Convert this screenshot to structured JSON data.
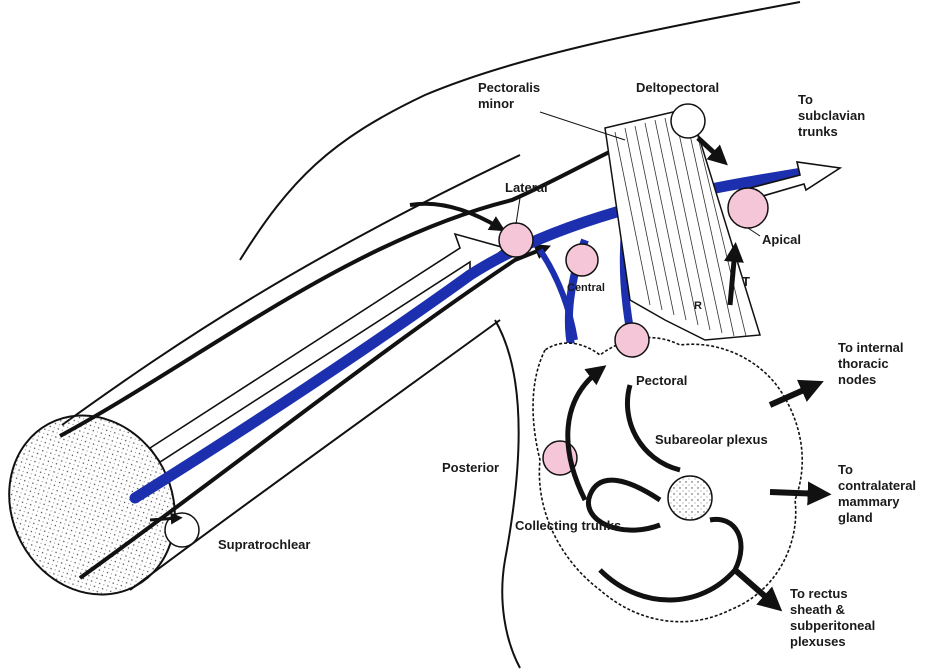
{
  "colors": {
    "vessel": "#1c2fae",
    "node_fill": "#f4c6d8",
    "ink": "#111111",
    "background": "#ffffff"
  },
  "labels": {
    "pectoralis_minor": "Pectoralis\nminor",
    "deltopectoral": "Deltopectoral",
    "to_subclavian": "To\nsubclavian\ntrunks",
    "lateral": "Lateral",
    "central": "Central",
    "apical": "Apical",
    "t_marker": "T",
    "r_marker": "R",
    "pectoral": "Pectoral",
    "to_internal_thoracic": "To internal\nthoracic\nnodes",
    "subareolar_plexus": "Subareolar plexus",
    "posterior": "Posterior",
    "to_contralateral": "To\ncontralateral\nmammary\ngland",
    "collecting_trunks": "Collecting trunks",
    "supratrochlear": "Supratrochlear",
    "to_rectus": "To rectus\nsheath &\nsubperitoneal\nplexuses"
  }
}
